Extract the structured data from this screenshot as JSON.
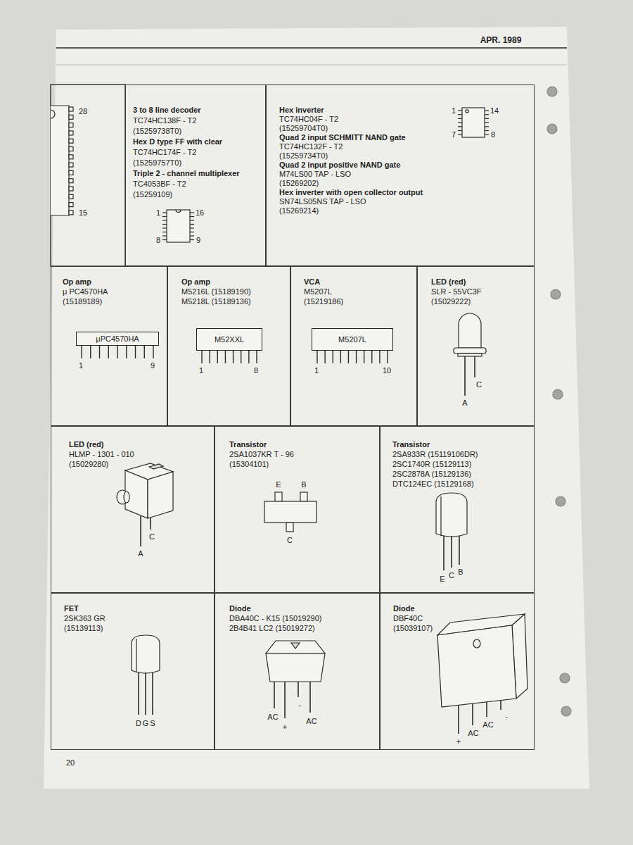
{
  "diagram": {
    "nodes": [
      {
        "text": [
          "3 to 8 line decoder",
          "TC74HC138F - T2",
          "(15259738T0)",
          "Hex D type FF with clear",
          "TC74HC174F - T2",
          "(15259757T0)",
          "Triple 2 - channel multiplexer",
          "TC4053BF - T2",
          "(15259109)"
        ]
      },
      {
        "text": [
          "Hex inverter",
          "TC74HC04F - T2",
          "(15259704T0)",
          "Quad 2 input SCHMITT NAND gate",
          "TC74HC132F - T2",
          "(15259734T0)",
          "Quad 2 input positive NAND gate",
          "M74LS00 TAP - LSO",
          "(15269202)",
          "Hex inverter with open collector output",
          "SN74LS05NS TAP - LSO",
          "(15269214)"
        ]
      },
      {
        "text": [
          "Op amp",
          "μ PC4570HA",
          "(15189189)"
        ]
      },
      {
        "text": [
          "μPC4570HA"
        ],
        "in": 2
      },
      {
        "text": [
          "Op amp",
          "M5216L (15189190)",
          "M5218L (15189136)"
        ]
      },
      {
        "text": [
          "M52XXL"
        ],
        "in": 4
      },
      {
        "text": [
          "VCA",
          "M5207L",
          "(15219186)"
        ]
      },
      {
        "text": [
          "M5207L"
        ],
        "in": 6
      },
      {
        "text": [
          "LED (red)",
          "SLR - 55VC3F",
          "(15029222)"
        ]
      },
      {
        "text": [
          "LED (red)",
          "HLMP - 1301 - 010",
          "(15029280)"
        ]
      },
      {
        "text": [
          "Transistor",
          "2SA1037KR T - 96",
          "(15304101)"
        ]
      },
      {
        "text": [
          "Transistor",
          "2SA933R (15119106DR)",
          "2SC1740R (15129113)",
          "2SC2878A (15129136)",
          "DTC124EC (15129168)"
        ]
      },
      {
        "text": [
          "FET",
          "2SK363 GR",
          "(15139113)"
        ]
      },
      {
        "text": [
          "Diode",
          "DBA40C - K15 (15019290)",
          "2B4B41 LC2 (15019272)"
        ]
      },
      {
        "text": [
          "Diode",
          "DBF40C",
          "(15039107)"
        ]
      }
    ],
    "labels": [
      "APR. 1989",
      "28",
      "15",
      "1",
      "16",
      "8",
      "9",
      "1",
      "14",
      "7",
      "8",
      "1",
      "9",
      "1",
      "8",
      "1",
      "10",
      "C",
      "A",
      "A",
      "C",
      "E",
      "B",
      "C",
      "E",
      "C",
      "B",
      "D",
      "G",
      "S",
      "AC",
      "+",
      "-",
      "AC",
      "+",
      "AC",
      "AC",
      "-",
      "20"
    ]
  }
}
